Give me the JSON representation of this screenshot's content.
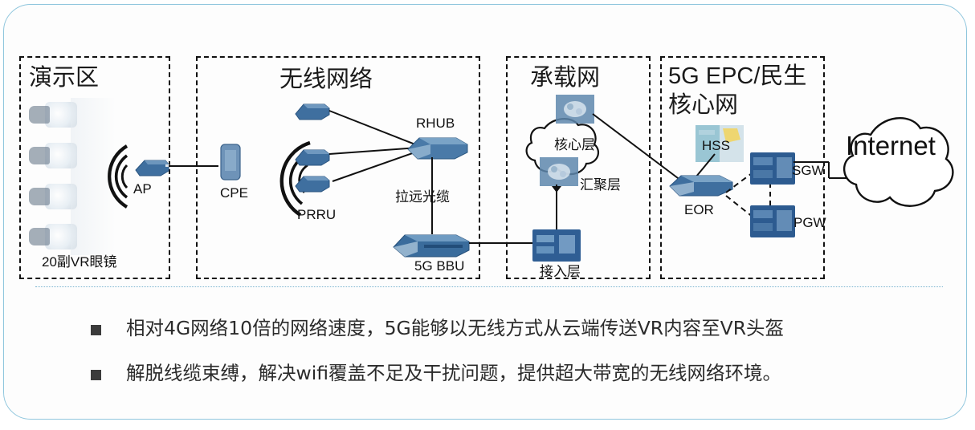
{
  "zones": [
    {
      "id": "demo",
      "title": "演示区"
    },
    {
      "id": "wireless",
      "title": "无线网络"
    },
    {
      "id": "bearer",
      "title": "承载网"
    },
    {
      "id": "core",
      "title_line1": "5G EPC/民生",
      "title_line2": "核心网"
    }
  ],
  "labels": {
    "vr_glasses": "20副VR眼镜",
    "ap": "AP",
    "cpe": "CPE",
    "prru": "PRRU",
    "rhub": "RHUB",
    "fiber": "拉远光缆",
    "bbu": "5G BBU",
    "core_layer": "核心层",
    "agg_layer": "汇聚层",
    "access_layer": "接入层",
    "hss": "HSS",
    "eor": "EOR",
    "sgw": "SGW",
    "pgw": "PGW",
    "internet": "Internet"
  },
  "bullets": [
    "相对4G网络10倍的网络速度，5G能够以无线方式从云端传送VR内容至VR头盔",
    "解脱线缆束缚，解决wifi覆盖不足及干扰问题，提供超大带宽的无线网络环境。"
  ],
  "colors": {
    "frame_border": "#8fc6dd",
    "divider": "#7ab4d0",
    "zone_border": "#111111",
    "device_blue": "#3d6d9e",
    "device_blue_dark": "#27527e",
    "device_teal": "#8fc0cf",
    "text": "#1a1a1a",
    "bullet_mark": "#3b3b3b"
  }
}
